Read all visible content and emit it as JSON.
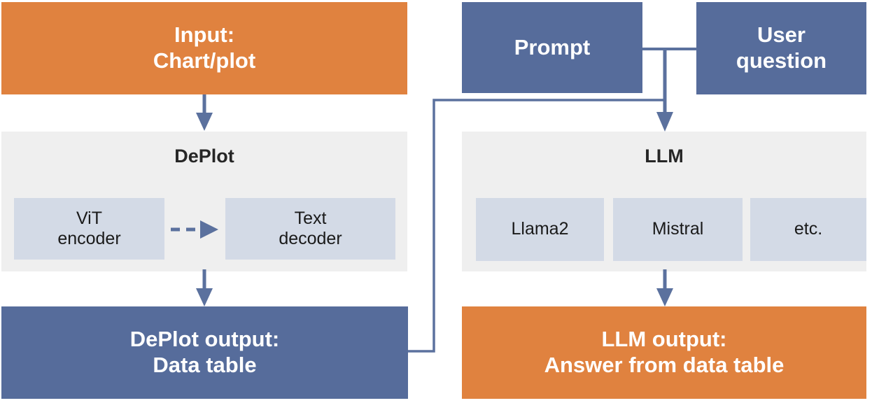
{
  "diagram": {
    "title_semantic": "DePlot plus LLM chart question answering pipeline",
    "colors": {
      "orange": "#E0823F",
      "blue": "#566C9B",
      "light_blue": "#D3DAE6",
      "gray_panel": "#EFEFEF",
      "connector": "#5B719E",
      "text_on_fill": "#FFFFFF",
      "text_dark": "#262626"
    },
    "left_column": {
      "input_box": {
        "line1": "Input:",
        "line2": "Chart/plot"
      },
      "deplot_panel": {
        "title": "DePlot",
        "modules": [
          {
            "line1": "ViT",
            "line2": "encoder"
          },
          {
            "line1": "Text",
            "line2": "decoder"
          }
        ]
      },
      "output_box": {
        "line1": "DePlot output:",
        "line2": "Data table"
      }
    },
    "right_column": {
      "prompt_box": {
        "line1": "Prompt"
      },
      "user_question_box": {
        "line1": "User",
        "line2": "question"
      },
      "llm_panel": {
        "title": "LLM",
        "modules": [
          {
            "line1": "Llama2"
          },
          {
            "line1": "Mistral"
          },
          {
            "line1": "etc."
          }
        ]
      },
      "output_box": {
        "line1": "LLM output:",
        "line2": "Answer from data table"
      }
    },
    "connectors": [
      {
        "name": "input-to-deplot",
        "style": "solid-arrow-down"
      },
      {
        "name": "vit-to-text-decoder",
        "style": "dashed-arrow-right"
      },
      {
        "name": "deplot-to-deplot-output",
        "style": "solid-arrow-down"
      },
      {
        "name": "prompt-and-question-to-llm",
        "style": "solid-arrow-down"
      },
      {
        "name": "deplot-output-to-llm",
        "style": "elbow-line"
      },
      {
        "name": "llm-to-llm-output",
        "style": "solid-arrow-down"
      }
    ]
  }
}
